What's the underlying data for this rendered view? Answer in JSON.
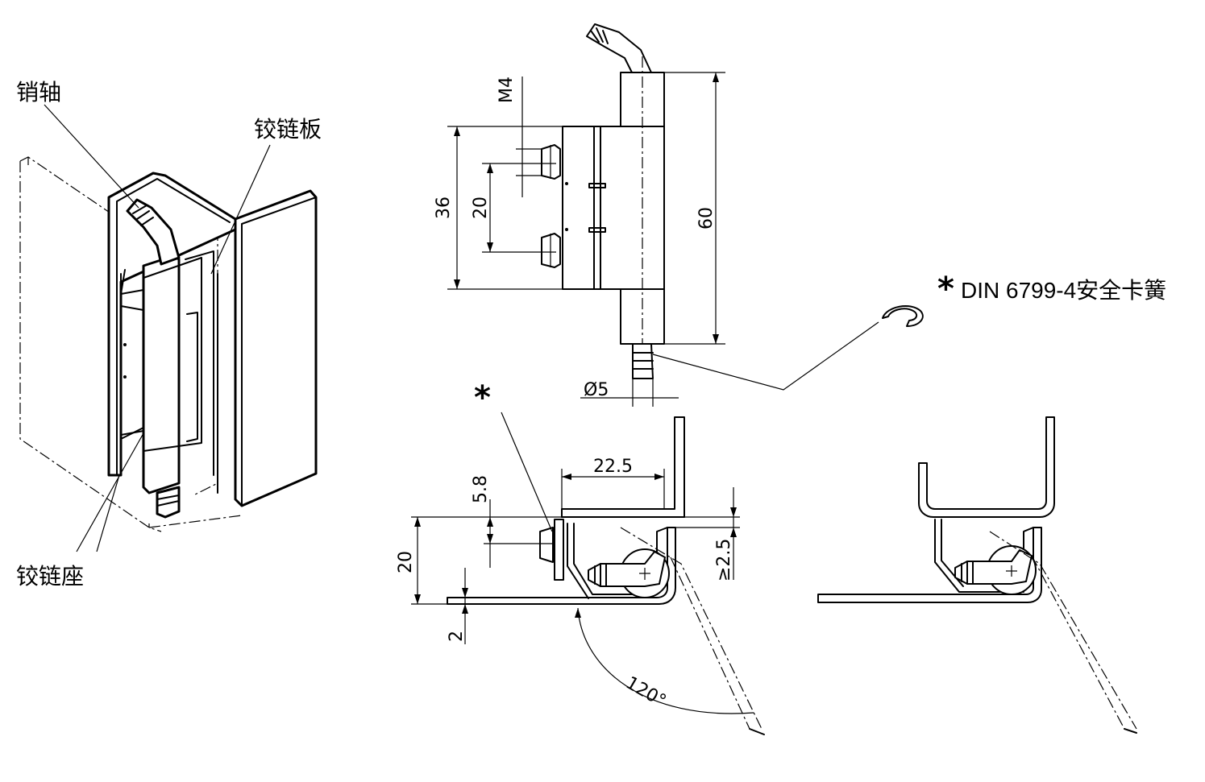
{
  "labels": {
    "pin": "销轴",
    "hinge_plate": "铰链板",
    "hinge_seat": "铰链座",
    "note_star": "*",
    "note_text": "DIN 6799-4安全卡簧",
    "callout_star": "*"
  },
  "dimensions": {
    "m4": "M4",
    "h36": "36",
    "h20_top": "20",
    "h60": "60",
    "dia5": "Ø5",
    "w22_5": "22.5",
    "h5_8": "5.8",
    "h20_side": "20",
    "gap2_5": "≥2.5",
    "t2": "2",
    "angle120": "120°"
  }
}
